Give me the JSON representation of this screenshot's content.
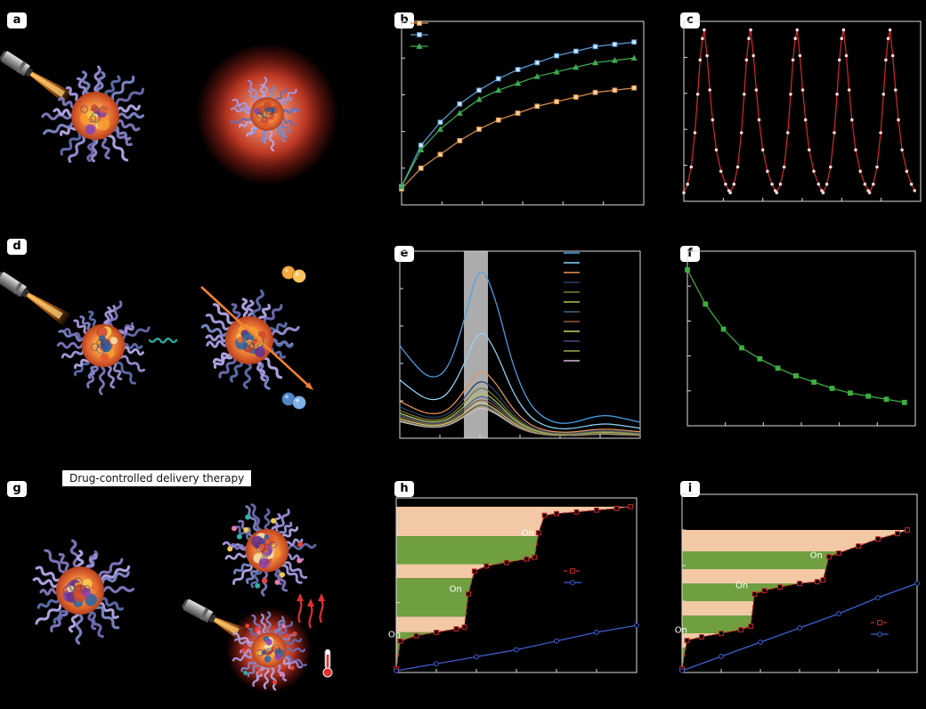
{
  "figure": {
    "background": "#000000",
    "panel_labels": {
      "a": "a",
      "b": "b",
      "c": "c",
      "d": "d",
      "e": "e",
      "f": "f",
      "g": "g",
      "h": "h",
      "i": "i"
    },
    "panel_g_caption": "Drug-controlled delivery therapy",
    "accent_colors": {
      "photothermal_glow": "#e84830",
      "laser_beam": "#ff8c2a",
      "band_green": "#6f9f3f",
      "band_peach": "#f2c9a4"
    }
  },
  "chart_data": [
    {
      "panel": "b",
      "type": "line",
      "xlim": [
        0,
        12.5
      ],
      "ylim": [
        20,
        60
      ],
      "x": [
        0,
        1,
        2,
        3,
        4,
        5,
        6,
        7,
        8,
        9,
        10,
        11,
        12
      ],
      "series": [
        {
          "color": "#d98e4a",
          "marker": "square",
          "marker_fill": "#f5d7a0",
          "values": [
            23.5,
            28,
            31,
            34,
            36.5,
            38.5,
            40,
            41.5,
            42.5,
            43.5,
            44.5,
            45,
            45.5
          ]
        },
        {
          "color": "#5b9bd5",
          "marker": "square",
          "marker_fill": "#cfe8fa",
          "values": [
            24,
            33,
            38,
            42,
            45,
            47.5,
            49.5,
            51,
            52.5,
            53.5,
            54.5,
            55,
            55.5
          ]
        },
        {
          "color": "#3faa4f",
          "marker": "triangle",
          "marker_fill": "#3faa4f",
          "values": [
            24,
            32,
            36.5,
            40,
            43,
            45,
            46.5,
            48,
            49,
            50,
            51,
            51.5,
            52
          ]
        }
      ],
      "legend": true
    },
    {
      "panel": "c",
      "type": "line",
      "xlim": [
        0,
        51
      ],
      "ylim": [
        20,
        62
      ],
      "cycle_starts": [
        0,
        10,
        20,
        30,
        40
      ],
      "cycle_t": [
        0,
        0.8,
        1.6,
        2.4,
        3,
        3.5,
        4,
        4.4,
        5,
        5.6,
        6.2,
        7,
        8,
        9,
        9.7
      ],
      "cycle_v": [
        22,
        24,
        28,
        36,
        45,
        53,
        58,
        60,
        54,
        46,
        39,
        32,
        27,
        24,
        22.5
      ],
      "series": [
        {
          "color": "#cc2a2a",
          "marker": "dot",
          "marker_fill": "#ffd6d6"
        }
      ]
    },
    {
      "panel": "e",
      "type": "line",
      "xlim": [
        300,
        900
      ],
      "ylim": [
        0,
        1.05
      ],
      "x": [
        300,
        340,
        380,
        420,
        460,
        500,
        540,
        580,
        620,
        660,
        700,
        740,
        780,
        820,
        860,
        900
      ],
      "base_shape": [
        0.52,
        0.4,
        0.33,
        0.38,
        0.65,
        1.0,
        0.78,
        0.42,
        0.2,
        0.11,
        0.08,
        0.09,
        0.12,
        0.13,
        0.11,
        0.09
      ],
      "band_x": [
        460,
        520
      ],
      "series": [
        {
          "color": "#4aa3e8",
          "amp": 1.0
        },
        {
          "color": "#8fd4f5",
          "amp": 0.63
        },
        {
          "color": "#e8935a",
          "amp": 0.4
        },
        {
          "color": "#2b3f63",
          "amp": 0.34
        },
        {
          "color": "#7a7a33",
          "amp": 0.3
        },
        {
          "color": "#b8c24a",
          "amp": 0.27
        },
        {
          "color": "#446688",
          "amp": 0.25
        },
        {
          "color": "#8f5a3a",
          "amp": 0.23
        },
        {
          "color": "#c8d06a",
          "amp": 0.21
        },
        {
          "color": "#55457a",
          "amp": 0.2
        },
        {
          "color": "#a0a84a",
          "amp": 0.19
        },
        {
          "color": "#d8b8e0",
          "amp": 0.18
        }
      ],
      "legend": true
    },
    {
      "panel": "f",
      "type": "line",
      "xlim": [
        0,
        63
      ],
      "ylim": [
        0,
        112
      ],
      "x": [
        0,
        5,
        10,
        15,
        20,
        25,
        30,
        35,
        40,
        45,
        50,
        55,
        60
      ],
      "series": [
        {
          "color": "#3fae3f",
          "marker": "square",
          "marker_fill": "#3fae3f",
          "values": [
            100,
            78,
            62,
            50,
            43,
            37,
            32,
            28,
            24,
            21,
            19,
            17,
            15
          ]
        }
      ]
    },
    {
      "panel": "h",
      "type": "line",
      "xlim": [
        0,
        12
      ],
      "ylim": [
        0,
        100
      ],
      "bands": [
        {
          "from": 95,
          "to": 78,
          "color": "#f2c9a4"
        },
        {
          "from": 78,
          "to": 62,
          "color": "#6f9f3f"
        },
        {
          "from": 62,
          "to": 54,
          "color": "#f2c9a4"
        },
        {
          "from": 54,
          "to": 32,
          "color": "#6f9f3f"
        },
        {
          "from": 32,
          "to": 23,
          "color": "#f2c9a4"
        },
        {
          "from": 23,
          "to": 0,
          "color": "#6f9f3f"
        }
      ],
      "series": [
        {
          "color": "#cc2a2a",
          "marker": "square",
          "marker_fill": "none",
          "line": "dash",
          "points": [
            [
              0,
              2
            ],
            [
              0.2,
              18
            ],
            [
              1,
              21
            ],
            [
              2,
              23
            ],
            [
              3,
              25
            ],
            [
              3.4,
              26
            ],
            [
              3.6,
              45
            ],
            [
              3.9,
              58
            ],
            [
              4.5,
              61
            ],
            [
              5.5,
              63
            ],
            [
              6.5,
              65
            ],
            [
              6.9,
              66
            ],
            [
              7.1,
              80
            ],
            [
              7.4,
              90
            ],
            [
              8,
              91
            ],
            [
              9,
              92
            ],
            [
              10,
              93
            ],
            [
              11,
              94
            ],
            [
              11.7,
              95
            ]
          ]
        },
        {
          "color": "#3f5fd0",
          "marker": "circle",
          "marker_fill": "none",
          "points": [
            [
              0,
              1
            ],
            [
              2,
              5
            ],
            [
              4,
              9
            ],
            [
              6,
              13
            ],
            [
              8,
              18
            ],
            [
              10,
              23
            ],
            [
              12,
              27
            ]
          ]
        }
      ],
      "annotations": [
        {
          "x": 0.45,
          "y": 22,
          "text": "On"
        },
        {
          "x": 3.5,
          "y": 48,
          "text": "On"
        },
        {
          "x": 7.1,
          "y": 80,
          "text": "On"
        }
      ],
      "legend": true
    },
    {
      "panel": "i",
      "type": "line",
      "xlim": [
        0,
        12
      ],
      "ylim": [
        0,
        100
      ],
      "bands": [
        {
          "from": 80,
          "to": 68,
          "color": "#f2c9a4"
        },
        {
          "from": 68,
          "to": 58,
          "color": "#6f9f3f"
        },
        {
          "from": 58,
          "to": 50,
          "color": "#f2c9a4"
        },
        {
          "from": 50,
          "to": 40,
          "color": "#6f9f3f"
        },
        {
          "from": 40,
          "to": 32,
          "color": "#f2c9a4"
        },
        {
          "from": 32,
          "to": 22,
          "color": "#6f9f3f"
        },
        {
          "from": 22,
          "to": 14,
          "color": "#f2c9a4"
        },
        {
          "from": 14,
          "to": 0,
          "color": "#6f9f3f"
        }
      ],
      "series": [
        {
          "color": "#cc2a2a",
          "marker": "square",
          "marker_fill": "none",
          "line": "dash",
          "points": [
            [
              0,
              2
            ],
            [
              0.25,
              18
            ],
            [
              1,
              20
            ],
            [
              2,
              22
            ],
            [
              3,
              24
            ],
            [
              3.5,
              26
            ],
            [
              3.7,
              44
            ],
            [
              4.2,
              46
            ],
            [
              5,
              48
            ],
            [
              6,
              50
            ],
            [
              6.9,
              51
            ],
            [
              7.2,
              52
            ],
            [
              7.5,
              65
            ],
            [
              8,
              67
            ],
            [
              9,
              71
            ],
            [
              10,
              75
            ],
            [
              11,
              78
            ],
            [
              11.5,
              80
            ]
          ]
        },
        {
          "color": "#3f5fd0",
          "marker": "circle",
          "marker_fill": "none",
          "points": [
            [
              0,
              1
            ],
            [
              2,
              9
            ],
            [
              4,
              17
            ],
            [
              6,
              25
            ],
            [
              8,
              33
            ],
            [
              10,
              42
            ],
            [
              12,
              50
            ]
          ]
        }
      ],
      "annotations": [
        {
          "x": 0.5,
          "y": 24,
          "text": "On"
        },
        {
          "x": 3.6,
          "y": 49,
          "text": "On"
        },
        {
          "x": 7.4,
          "y": 66,
          "text": "On"
        }
      ],
      "legend": true
    }
  ]
}
